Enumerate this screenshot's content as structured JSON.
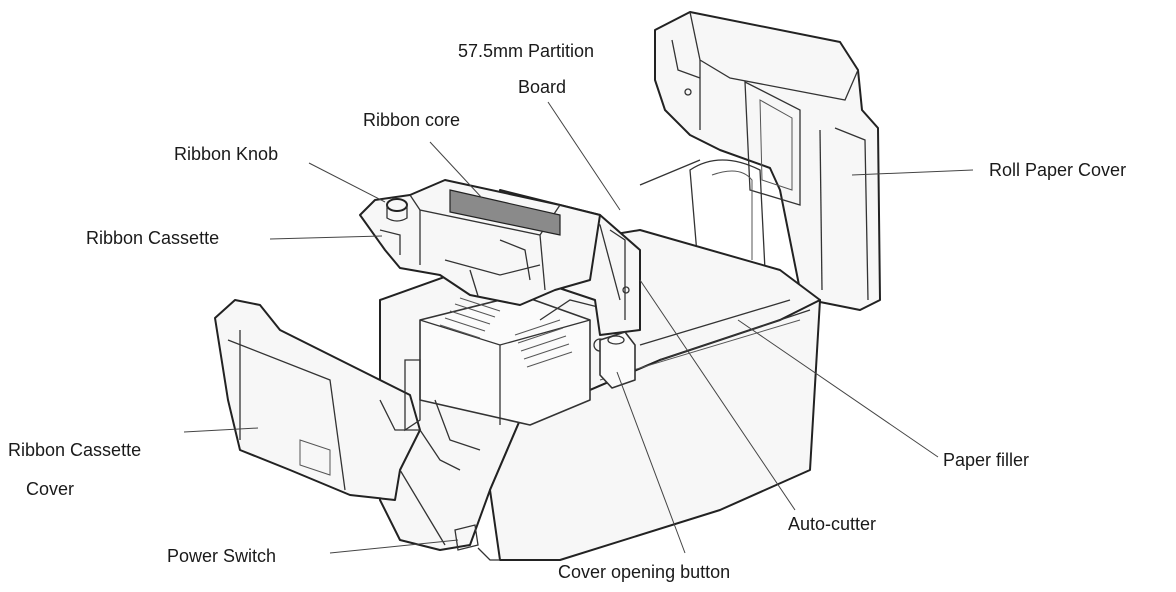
{
  "diagram": {
    "labels": {
      "partition_board_line1": "57.5mm Partition",
      "partition_board_line2": "Board",
      "ribbon_core": "Ribbon core",
      "ribbon_knob": "Ribbon Knob",
      "roll_paper_cover": "Roll Paper Cover",
      "ribbon_cassette": "Ribbon Cassette",
      "ribbon_cassette_cover_line1": "Ribbon Cassette",
      "ribbon_cassette_cover_line2": "Cover",
      "paper_filler": "Paper filler",
      "auto_cutter": "Auto-cutter",
      "power_switch": "Power Switch",
      "cover_opening_button": "Cover opening button"
    },
    "colors": {
      "line": "#222222",
      "ribbon_core_fill": "#8a8a8a",
      "body_fill": "#f7f7f7"
    }
  }
}
